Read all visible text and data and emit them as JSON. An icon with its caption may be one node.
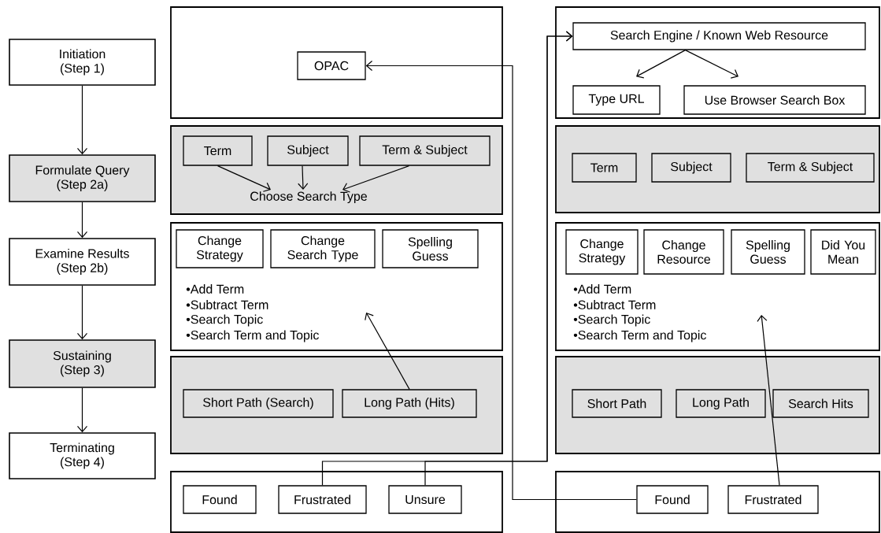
{
  "diagram": {
    "nodes": [
      {
        "text": [
          "Initiation",
          "(Step 1)"
        ]
      },
      {
        "text": [
          "Formulate Query",
          "(Step 2a)"
        ]
      },
      {
        "text": [
          "Examine Results",
          "(Step 2b)"
        ]
      },
      {
        "text": [
          "Sustaining",
          "(Step 3)"
        ]
      },
      {
        "text": [
          "Terminating",
          "(Step 4)"
        ]
      },
      {
        "text": [],
        "shape": "box"
      },
      {
        "text": [
          "OPAC"
        ],
        "in": 5
      },
      {
        "text": [],
        "shape": "box"
      },
      {
        "text": [
          "Term"
        ],
        "in": 7
      },
      {
        "text": [
          "Subject"
        ],
        "in": 7
      },
      {
        "text": [
          "Term & Subject"
        ],
        "in": 7
      },
      {
        "text": [
          "Choose Search Type"
        ],
        "in": 7
      },
      {
        "text": [
          "•Add Term",
          "•Subtract Term",
          "•Search Topic",
          "•Search Term and Topic"
        ]
      },
      {
        "text": [
          "Change Strategy"
        ],
        "in": 12
      },
      {
        "text": [
          "Change Search Type"
        ],
        "in": 12
      },
      {
        "text": [
          "Spelling Guess"
        ],
        "in": 12
      },
      {
        "text": [],
        "shape": "box"
      },
      {
        "text": [
          "Short Path (Search)"
        ],
        "in": 16
      },
      {
        "text": [
          "Long Path (Hits)"
        ],
        "in": 16
      },
      {
        "text": [],
        "shape": "box"
      },
      {
        "text": [
          "Found"
        ],
        "in": 19
      },
      {
        "text": [
          "Frustrated"
        ],
        "in": 19
      },
      {
        "text": [
          "Unsure"
        ],
        "in": 19
      },
      {
        "text": [],
        "shape": "box"
      },
      {
        "text": [
          "Search Engine / Known Web Resource"
        ],
        "in": 23
      },
      {
        "text": [
          "Type URL"
        ],
        "in": 23
      },
      {
        "text": [
          "Use Browser Search Box"
        ],
        "in": 23
      },
      {
        "text": [],
        "shape": "box"
      },
      {
        "text": [
          "Term"
        ],
        "in": 27
      },
      {
        "text": [
          "Subject"
        ],
        "in": 27
      },
      {
        "text": [
          "Term & Subject"
        ],
        "in": 27
      },
      {
        "text": [
          "•Add Term",
          "•Subtract Term",
          "•Search Topic",
          "•Search Term and Topic"
        ]
      },
      {
        "text": [
          "Change Strategy"
        ],
        "in": 31
      },
      {
        "text": [
          "Change Resource"
        ],
        "in": 31
      },
      {
        "text": [
          "Spelling Guess"
        ],
        "in": 31
      },
      {
        "text": [
          "Did You Mean"
        ],
        "in": 31
      },
      {
        "text": [],
        "shape": "box"
      },
      {
        "text": [
          "Short Path"
        ],
        "in": 36
      },
      {
        "text": [
          "Long Path"
        ],
        "in": 36
      },
      {
        "text": [
          "Search Hits"
        ],
        "in": 36
      },
      {
        "text": [],
        "shape": "box"
      },
      {
        "text": [
          "Found"
        ],
        "in": 40
      },
      {
        "text": [
          "Frustrated"
        ],
        "in": 40
      }
    ],
    "edges": [
      {
        "from": 0,
        "to": 1,
        "arrow": "to"
      },
      {
        "from": 1,
        "to": 2,
        "arrow": "to"
      },
      {
        "from": 2,
        "to": 3,
        "arrow": "to"
      },
      {
        "from": 3,
        "to": 4,
        "arrow": "to"
      },
      {
        "from": 8,
        "to": 11,
        "arrow": "to"
      },
      {
        "from": 9,
        "to": 11,
        "arrow": "to"
      },
      {
        "from": 10,
        "to": 11,
        "arrow": "to"
      },
      {
        "from": 18,
        "to": 12,
        "arrow": "to"
      },
      {
        "from": 21,
        "to": 24,
        "arrow": "to"
      },
      {
        "from": 22,
        "to": 24,
        "arrow": "to"
      },
      {
        "from": 41,
        "to": 6,
        "arrow": "to"
      },
      {
        "from": 42,
        "to": 31,
        "arrow": "to"
      },
      {
        "from": 24,
        "to": 25,
        "arrow": "to"
      },
      {
        "from": 24,
        "to": 26,
        "arrow": "to"
      }
    ]
  }
}
